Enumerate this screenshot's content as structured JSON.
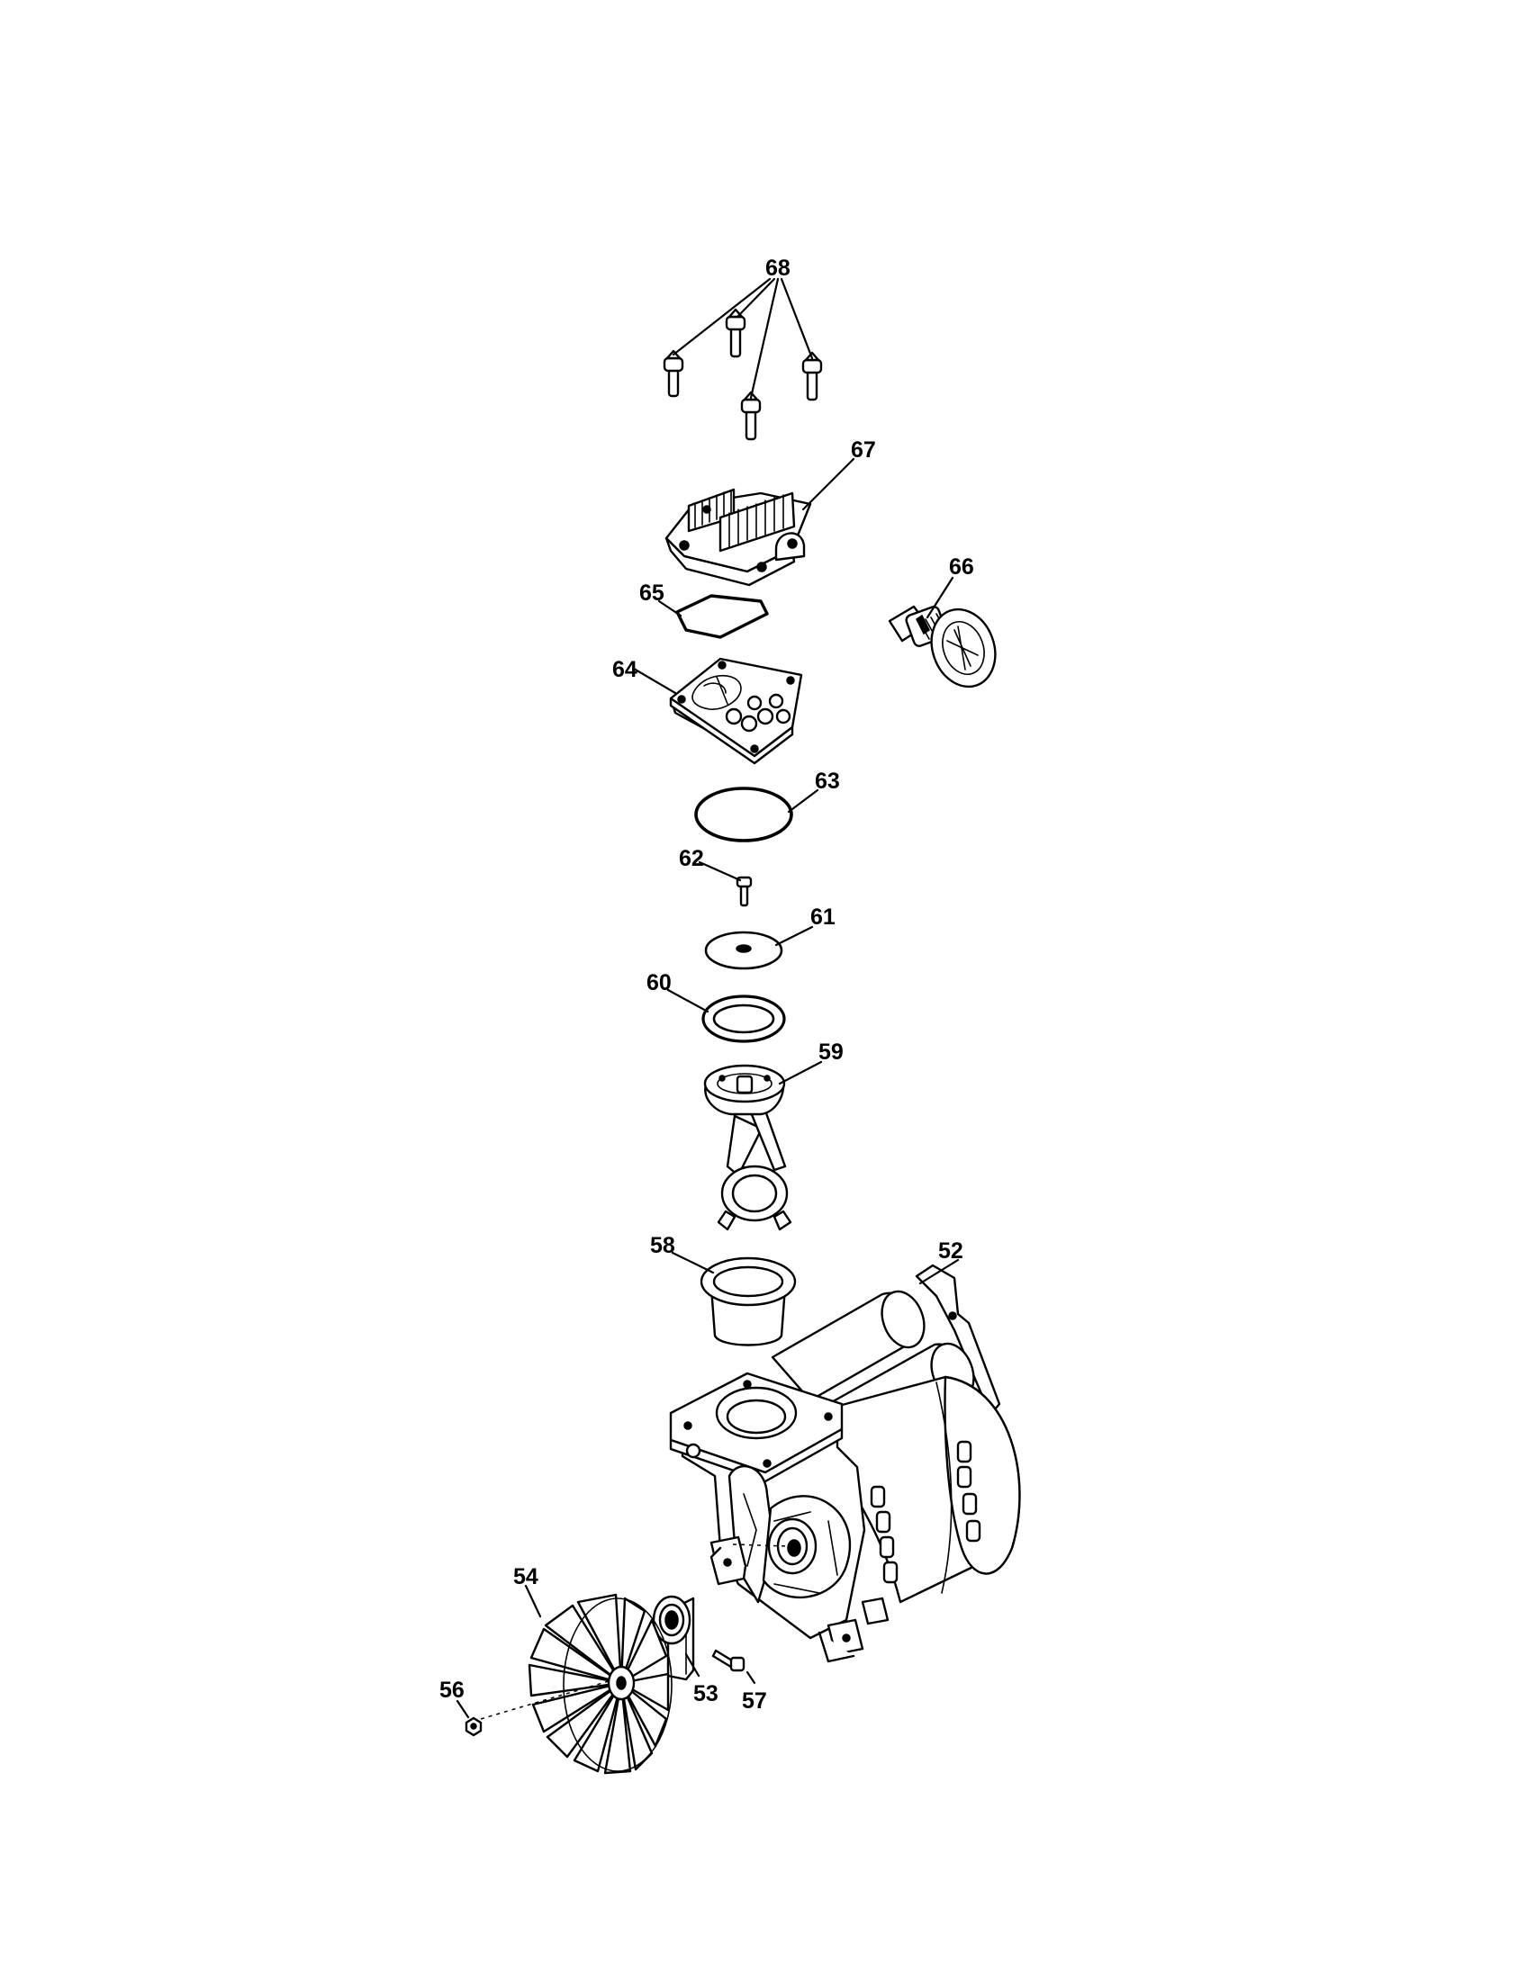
{
  "callouts": {
    "c52": "52",
    "c53": "53",
    "c54": "54",
    "c56": "56",
    "c57": "57",
    "c58": "58",
    "c59": "59",
    "c60": "60",
    "c61": "61",
    "c62": "62",
    "c63": "63",
    "c64": "64",
    "c65": "65",
    "c66": "66",
    "c67": "67",
    "c68": "68"
  }
}
